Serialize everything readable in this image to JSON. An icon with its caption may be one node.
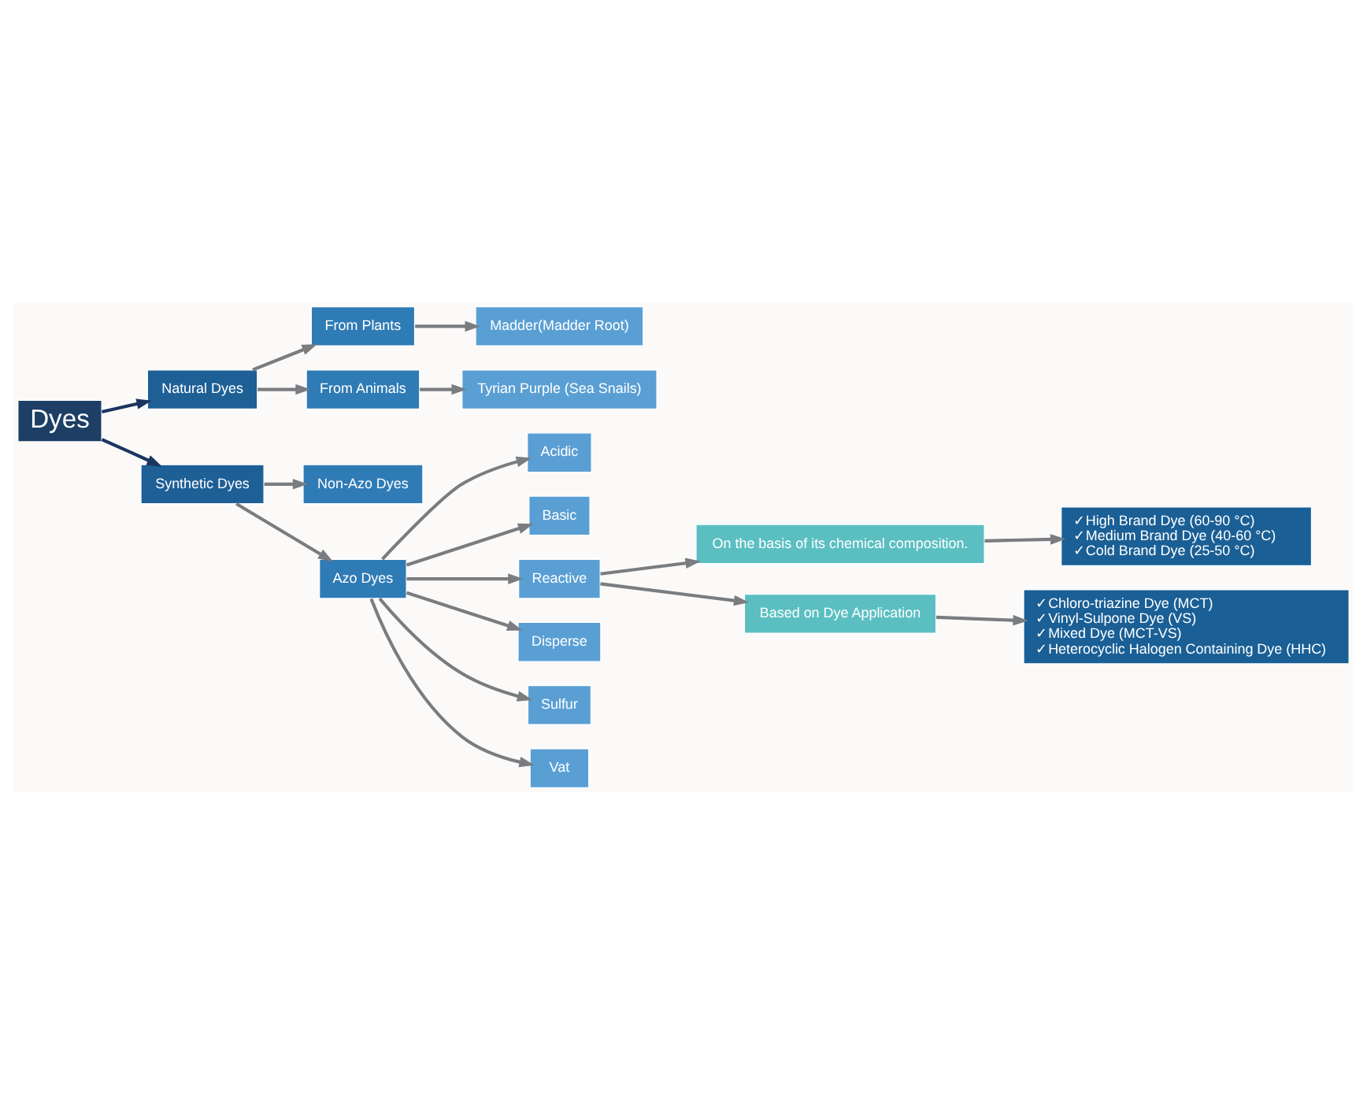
{
  "diagram": {
    "nodes": [
      {
        "text": [
          "Dyes"
        ]
      },
      {
        "text": [
          "Natural Dyes"
        ]
      },
      {
        "text": [
          "From Plants"
        ]
      },
      {
        "text": [
          "Madder(Madder Root)"
        ]
      },
      {
        "text": [
          "From Animals"
        ]
      },
      {
        "text": [
          "Tyrian Purple (Sea Snails)"
        ]
      },
      {
        "text": [
          "Synthetic Dyes"
        ]
      },
      {
        "text": [
          "Non-Azo Dyes"
        ]
      },
      {
        "text": [
          "Azo Dyes"
        ]
      },
      {
        "text": [
          "Acidic"
        ]
      },
      {
        "text": [
          "Basic"
        ]
      },
      {
        "text": [
          "Reactive"
        ]
      },
      {
        "text": [
          "Disperse"
        ]
      },
      {
        "text": [
          "Sulfur"
        ]
      },
      {
        "text": [
          "Vat"
        ]
      },
      {
        "text": [
          "On the basis of its chemical composition."
        ]
      },
      {
        "text": [
          "✓High Brand Dye (60-90 °C)",
          "✓Medium Brand Dye (40-60 °C)",
          "✓Cold Brand Dye (25-50 °C)"
        ]
      },
      {
        "text": [
          "✓Chloro-triazine Dye (MCT)",
          "✓Vinyl-Sulpone Dye (VS)",
          "✓Mixed Dye (MCT-VS)",
          "✓Heterocyclic Halogen Containing Dye (HHC)"
        ]
      },
      {
        "text": [
          "Based on Dye Application"
        ]
      }
    ],
    "edges": [
      {
        "from": 0,
        "to": 1,
        "arrow": "to",
        "color": "#1b3560"
      },
      {
        "from": 0,
        "to": 6,
        "arrow": "to",
        "color": "#1b3560"
      },
      {
        "from": 1,
        "to": 2,
        "arrow": "to"
      },
      {
        "from": 1,
        "to": 4,
        "arrow": "to"
      },
      {
        "from": 2,
        "to": 3,
        "arrow": "to"
      },
      {
        "from": 4,
        "to": 5,
        "arrow": "to"
      },
      {
        "from": 6,
        "to": 7,
        "arrow": "to"
      },
      {
        "from": 6,
        "to": 8,
        "arrow": "to"
      },
      {
        "from": 8,
        "to": 9,
        "arrow": "to"
      },
      {
        "from": 8,
        "to": 10,
        "arrow": "to"
      },
      {
        "from": 8,
        "to": 11,
        "arrow": "to"
      },
      {
        "from": 8,
        "to": 12,
        "arrow": "to"
      },
      {
        "from": 8,
        "to": 13,
        "arrow": "to"
      },
      {
        "from": 8,
        "to": 14,
        "arrow": "to"
      },
      {
        "from": 11,
        "to": 15,
        "arrow": "to"
      },
      {
        "from": 11,
        "to": 18,
        "arrow": "to"
      },
      {
        "from": 15,
        "to": 16,
        "arrow": "to"
      },
      {
        "from": 18,
        "to": 17,
        "arrow": "to"
      }
    ]
  }
}
